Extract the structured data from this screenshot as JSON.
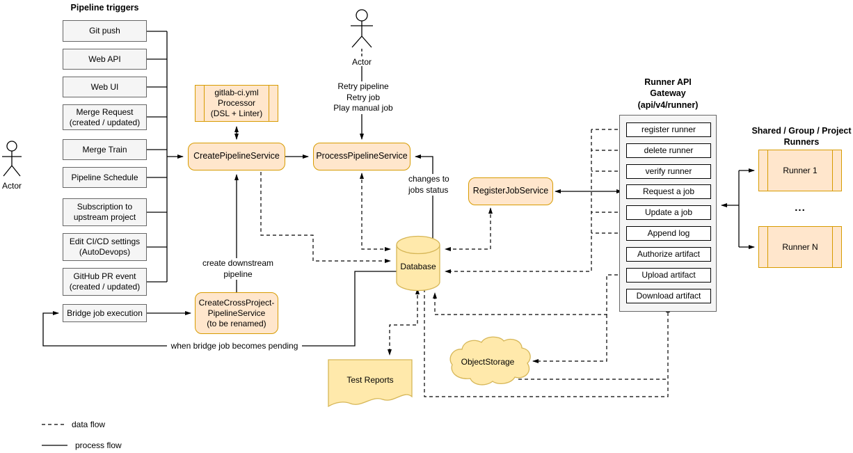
{
  "triggers": {
    "title": "Pipeline triggers",
    "items": [
      "Git push",
      "Web API",
      "Web UI",
      "Merge Request\n(created / updated)",
      "Merge Train",
      "Pipeline Schedule",
      "Subscription to\nupstream project",
      "Edit CI/CD settings\n(AutoDevops)",
      "GitHub PR event\n(created / updated)"
    ],
    "bridge": "Bridge job execution"
  },
  "actors": {
    "left_label": "Actor",
    "top_label": "Actor",
    "top_actions": "Retry pipeline\nRetry job\nPlay manual job"
  },
  "services": {
    "processor": "gitlab-ci.yml\nProcessor\n(DSL + Linter)",
    "create_pipeline": "CreatePipelineService",
    "process_pipeline": "ProcessPipelineService",
    "register_job": "RegisterJobService",
    "create_cross_project": "CreateCrossProject-\nPipelineService\n(to be renamed)"
  },
  "annotations": {
    "changes_to_jobs_status": "changes to\njobs status",
    "create_downstream_pipeline": "create downstream\npipeline",
    "when_bridge_pending": "when bridge job becomes pending"
  },
  "gateway": {
    "title": "Runner API\nGateway\n(api/v4/runner)",
    "endpoints": [
      "register runner",
      "delete runner",
      "verify runner",
      "Request a job",
      "Update a job",
      "Append log",
      "Authorize artifact",
      "Upload artifact",
      "Download artifact"
    ]
  },
  "runners": {
    "title": "Shared / Group / Project\nRunners",
    "items": [
      "Runner 1",
      "...",
      "Runner N"
    ]
  },
  "storage": {
    "database": "Database",
    "test_reports": "Test Reports",
    "object_storage": "ObjectStorage"
  },
  "legend": {
    "data_flow": "data flow",
    "process_flow": "process flow"
  },
  "colors": {
    "service_fill": "#ffe6cc",
    "service_border": "#d79b00",
    "storage_fill": "#ffe9ab",
    "storage_border": "#d6b656",
    "trigger_fill": "#f5f5f5",
    "trigger_border": "#666666"
  }
}
